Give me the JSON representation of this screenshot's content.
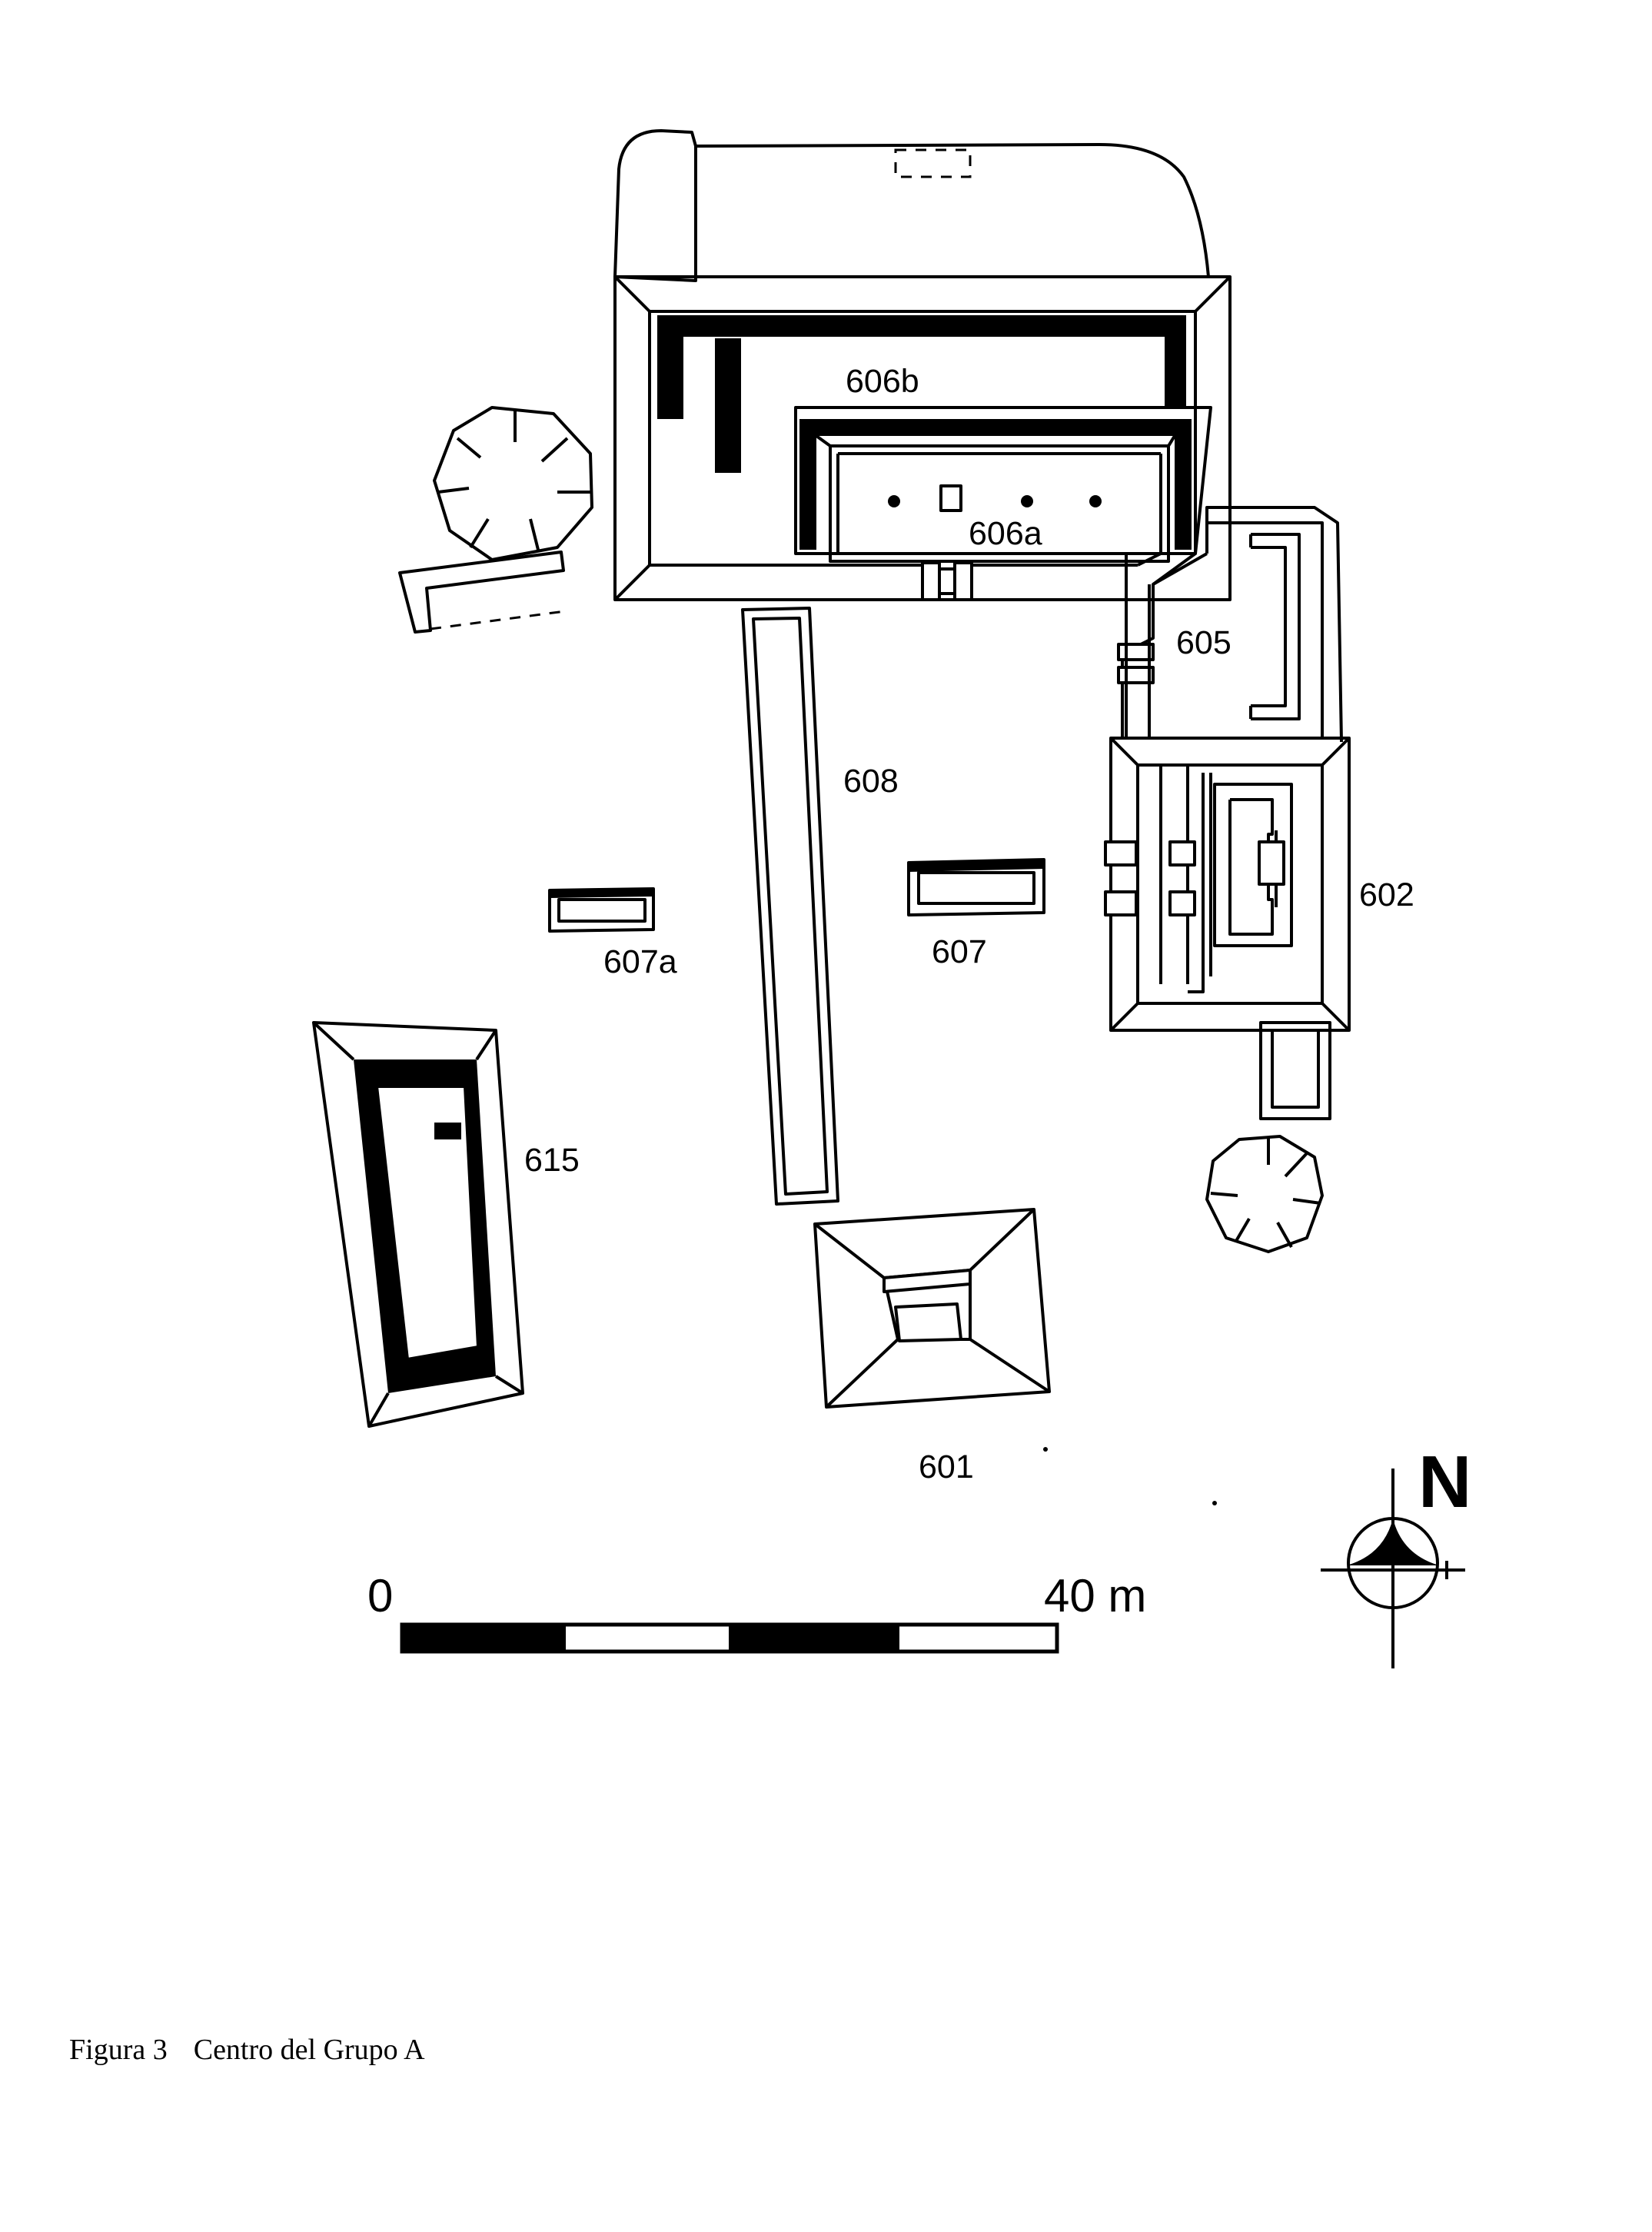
{
  "figure": {
    "number": "Figura 3",
    "title": "Centro del Grupo A"
  },
  "structures": {
    "s606b": "606b",
    "s606a": "606a",
    "s605": "605",
    "s608": "608",
    "s602": "602",
    "s607a": "607a",
    "s607": "607",
    "s615": "615",
    "s601": "601"
  },
  "scale_bar": {
    "start_label": "0",
    "end_label": "40 m"
  },
  "north_arrow": {
    "label": "N",
    "icon": "north-arrow-icon"
  }
}
